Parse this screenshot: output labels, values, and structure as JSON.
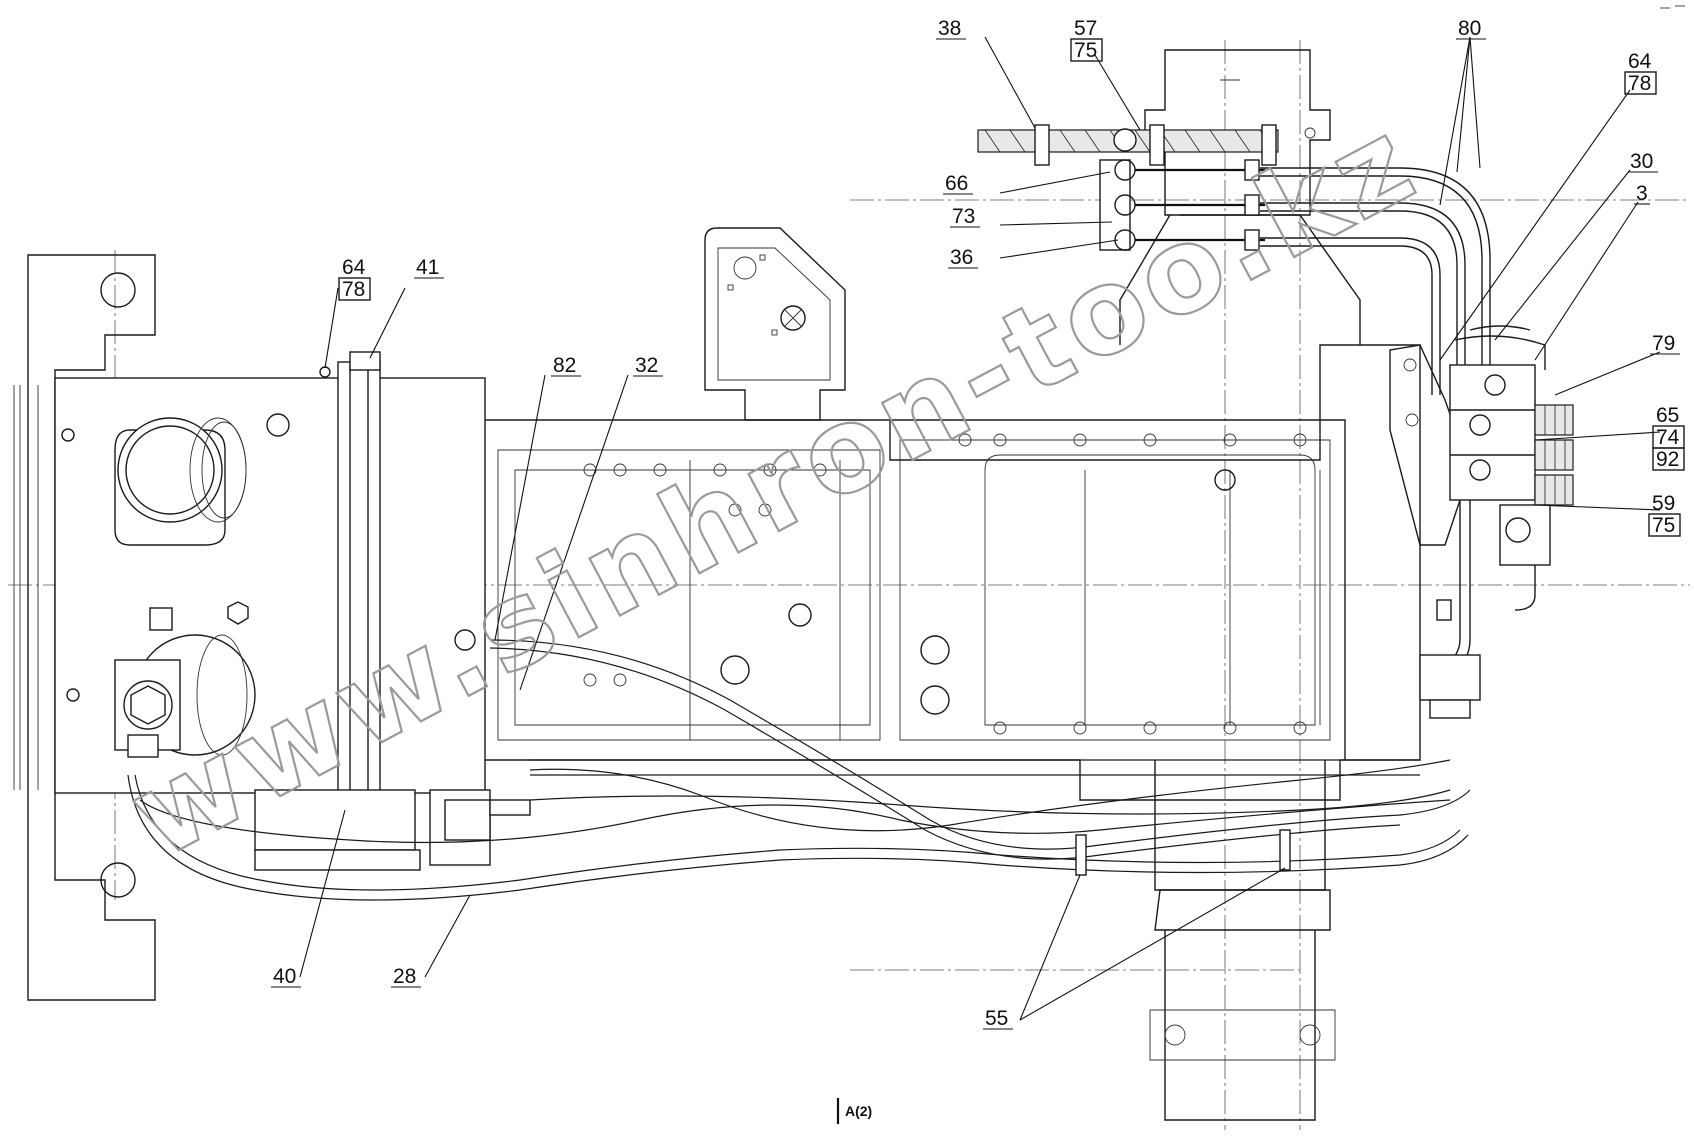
{
  "callouts": [
    {
      "id": "c38",
      "text": "38"
    },
    {
      "id": "c57",
      "text": "57"
    },
    {
      "id": "c75a",
      "text": "75",
      "boxed": true
    },
    {
      "id": "c80",
      "text": "80"
    },
    {
      "id": "c64r",
      "text": "64"
    },
    {
      "id": "c78r",
      "text": "78",
      "boxed": true
    },
    {
      "id": "c30",
      "text": "30"
    },
    {
      "id": "c3",
      "text": "3"
    },
    {
      "id": "c79",
      "text": "79"
    },
    {
      "id": "c65",
      "text": "65"
    },
    {
      "id": "c74",
      "text": "74",
      "boxed": true
    },
    {
      "id": "c92",
      "text": "92",
      "boxed": true
    },
    {
      "id": "c59",
      "text": "59"
    },
    {
      "id": "c75b",
      "text": "75",
      "boxed": true
    },
    {
      "id": "c66",
      "text": "66"
    },
    {
      "id": "c73",
      "text": "73"
    },
    {
      "id": "c36",
      "text": "36"
    },
    {
      "id": "c64l",
      "text": "64"
    },
    {
      "id": "c78l",
      "text": "78",
      "boxed": true
    },
    {
      "id": "c41",
      "text": "41"
    },
    {
      "id": "c82",
      "text": "82"
    },
    {
      "id": "c32",
      "text": "32"
    },
    {
      "id": "c40",
      "text": "40"
    },
    {
      "id": "c28",
      "text": "28"
    },
    {
      "id": "c55",
      "text": "55"
    }
  ],
  "view_label": "A(2)",
  "watermark": "www.sinhron-too.kz"
}
